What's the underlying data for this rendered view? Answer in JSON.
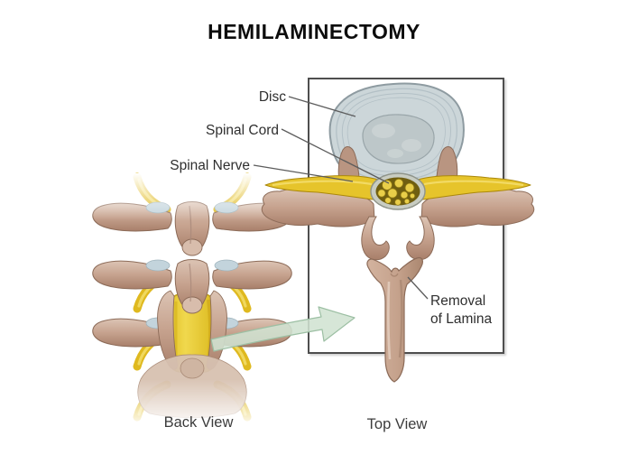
{
  "title": "HEMILAMINECTOMY",
  "labels": {
    "disc": "Disc",
    "spinal_cord": "Spinal Cord",
    "spinal_nerve": "Spinal Nerve",
    "removal_line1": "Removal",
    "removal_line2": "of Lamina"
  },
  "captions": {
    "back_view": "Back View",
    "top_view": "Top View"
  },
  "colors": {
    "background": "#ffffff",
    "title_text": "#0c0c0c",
    "label_text": "#2f2f2f",
    "caption_text": "#3c3c3c",
    "box_border": "#4e4e4e",
    "bone_light": "#dcc4b4",
    "bone_mid": "#c6a28e",
    "bone_shade": "#a87f6a",
    "bone_outline": "#8c6b58",
    "facet_blue": "#c3d4dc",
    "nerve_yellow": "#e6c42b",
    "nerve_yellow_dark": "#ab880b",
    "nerve_highlight": "#f3dd6a",
    "canal_yellow": "#edd23e",
    "disc_gray": "#ccd6d9",
    "disc_ring": "#b3c0c6",
    "disc_nucleus": "#bdc7c9",
    "cord_olive": "#6f5e11",
    "cord_fascicle": "#e9ce49",
    "arrow_green": "#d0e3d2",
    "arrow_green_border": "#9cbfa3",
    "leader_line": "#5c5c5c"
  }
}
